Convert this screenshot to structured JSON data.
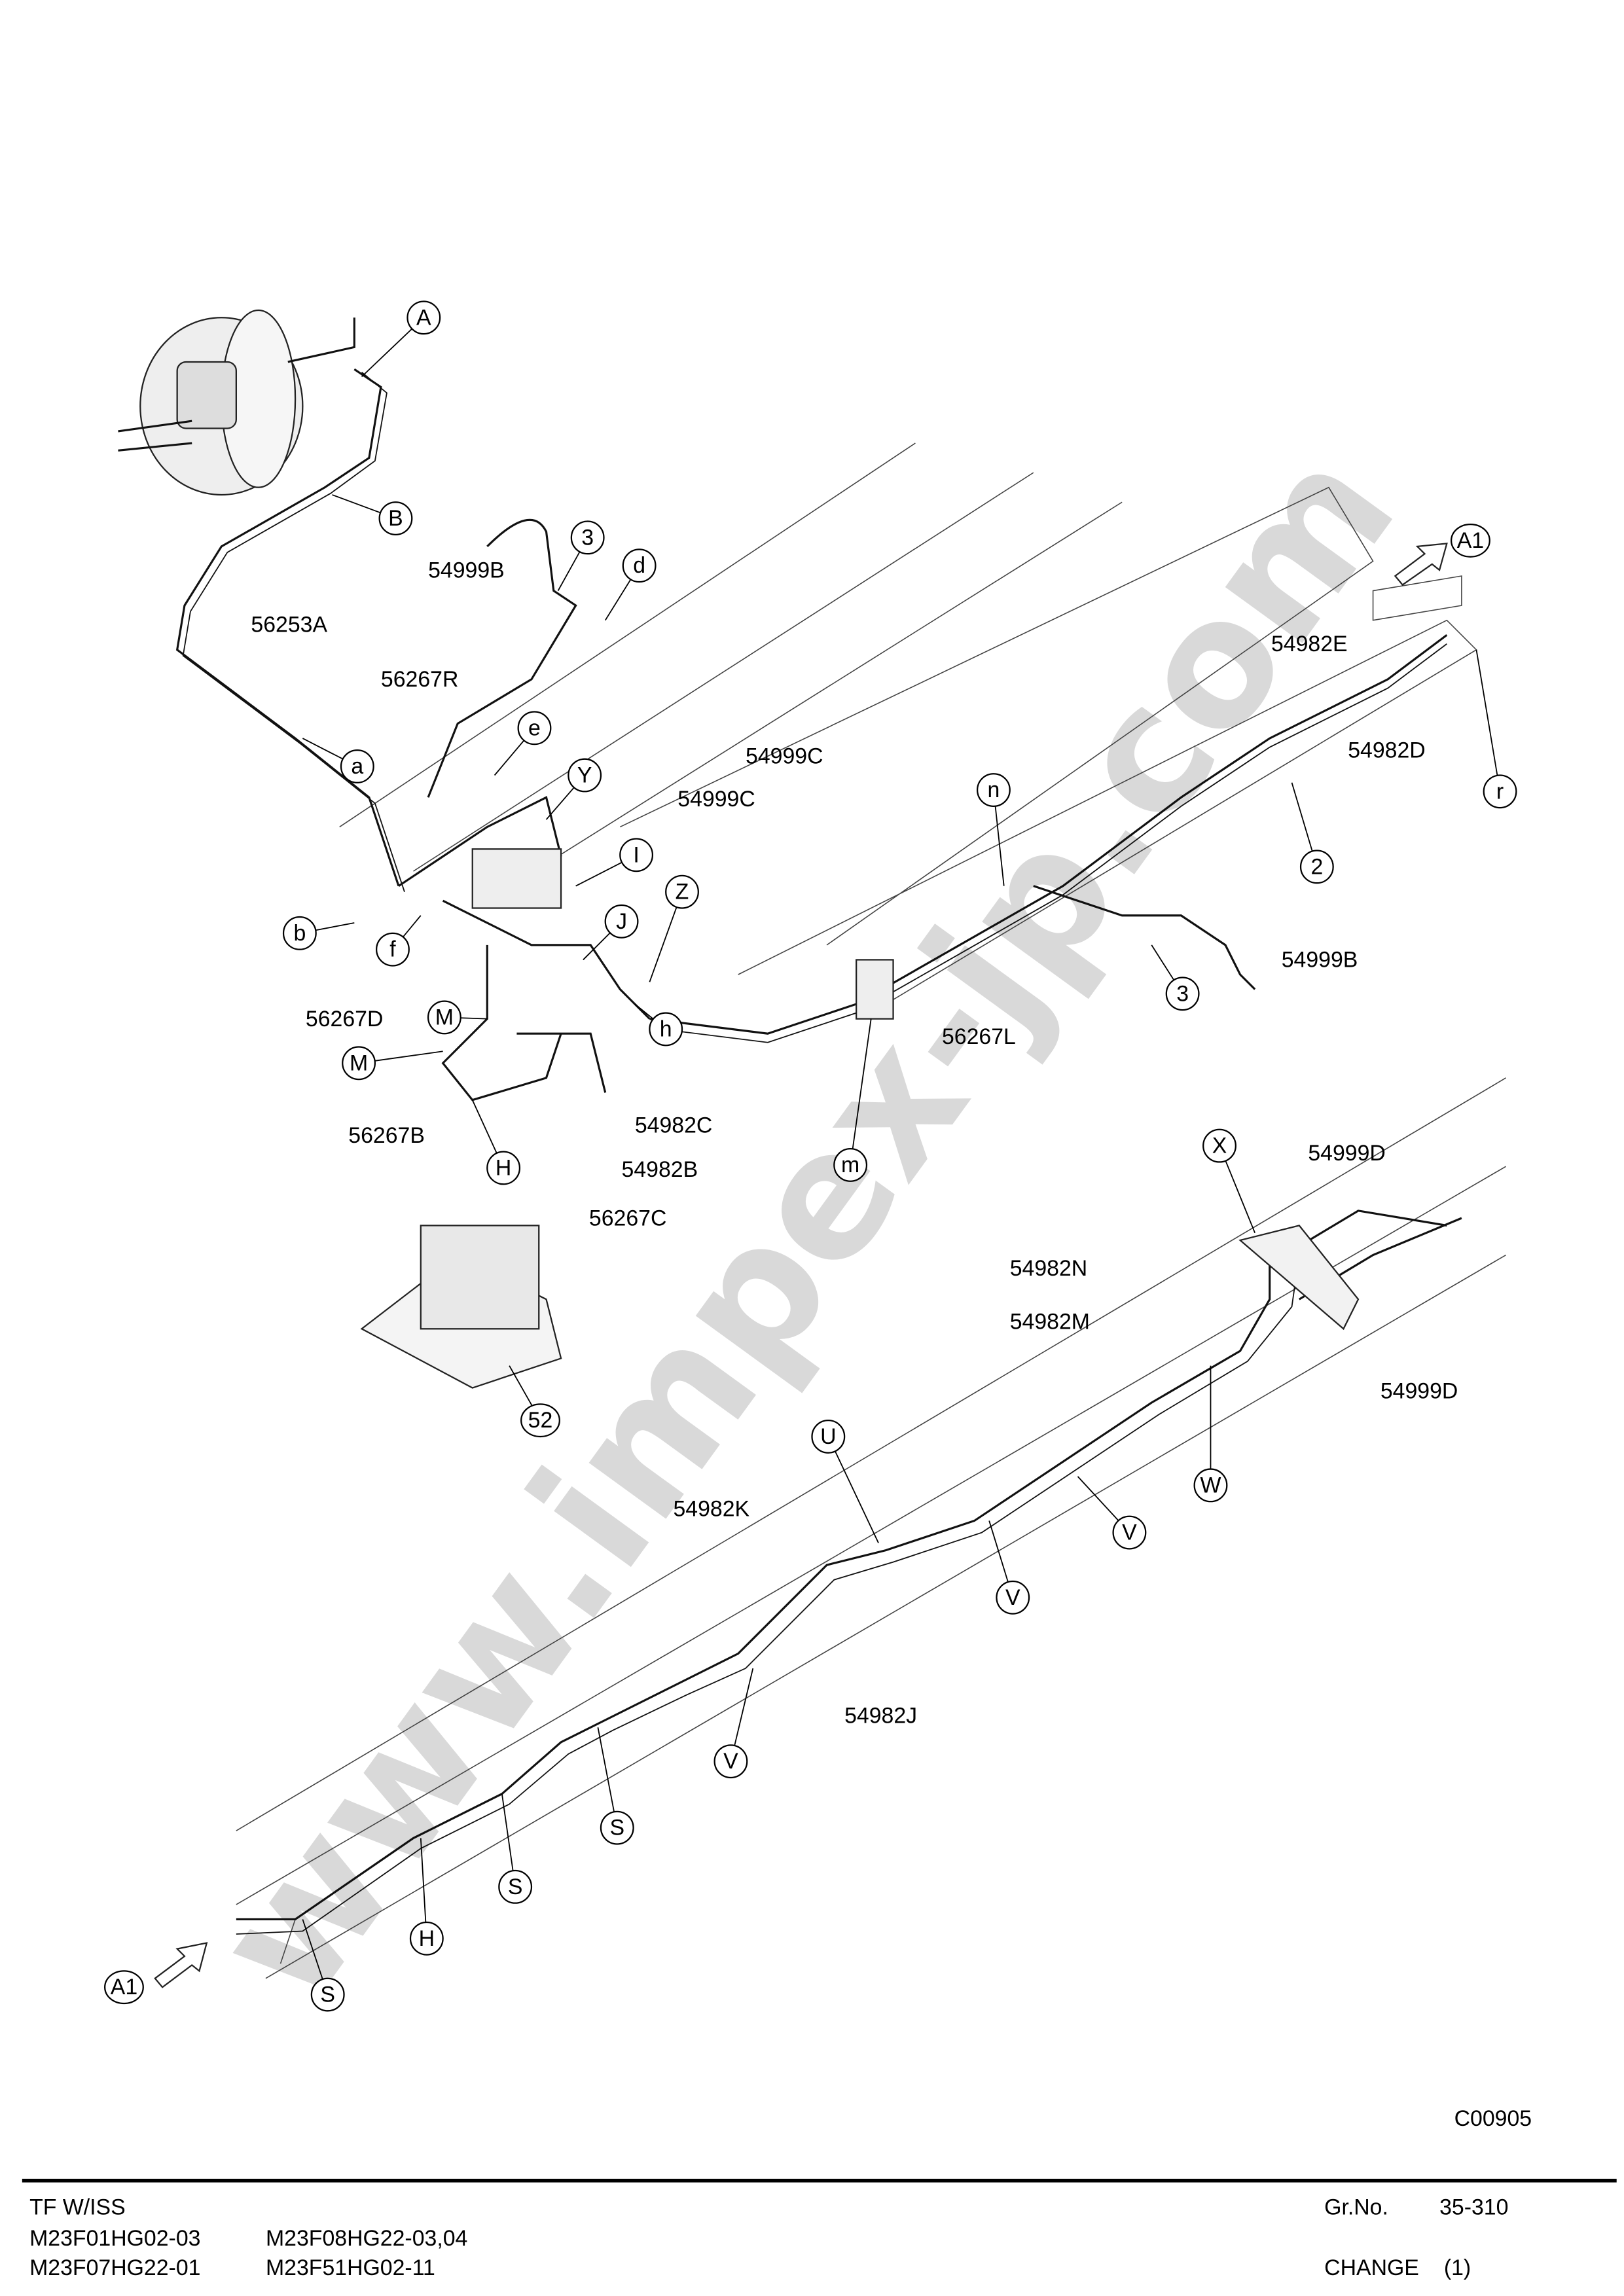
{
  "diagram": {
    "watermark": "www.impex-jp.com",
    "drawing_code": "C00905",
    "callouts": [
      "A",
      "B",
      "a",
      "b",
      "f",
      "e",
      "Y",
      "I",
      "J",
      "Z",
      "M",
      "M",
      "H",
      "h",
      "m",
      "n",
      "3",
      "d",
      "3",
      "2",
      "r",
      "A1",
      "A1",
      "X",
      "U",
      "V",
      "V",
      "V",
      "W",
      "S",
      "S",
      "H",
      "S",
      "52"
    ],
    "part_labels": [
      "54999B",
      "56253A",
      "56267R",
      "54999C",
      "54999C",
      "56267D",
      "56267B",
      "54982C",
      "54982B",
      "56267C",
      "54982E",
      "54982D",
      "54999B",
      "56267L",
      "54999D",
      "54982N",
      "54982M",
      "54999D",
      "54982K",
      "54982J"
    ]
  },
  "footer": {
    "title": "TF W/ISS",
    "models": [
      "M23F01HG02-03",
      "M23F08HG22-03,04",
      "M23F07HG22-01",
      "M23F51HG02-11"
    ],
    "group_label": "Gr.No.",
    "group_number": "35-310",
    "change_label": "CHANGE",
    "change_value": "(1)"
  }
}
